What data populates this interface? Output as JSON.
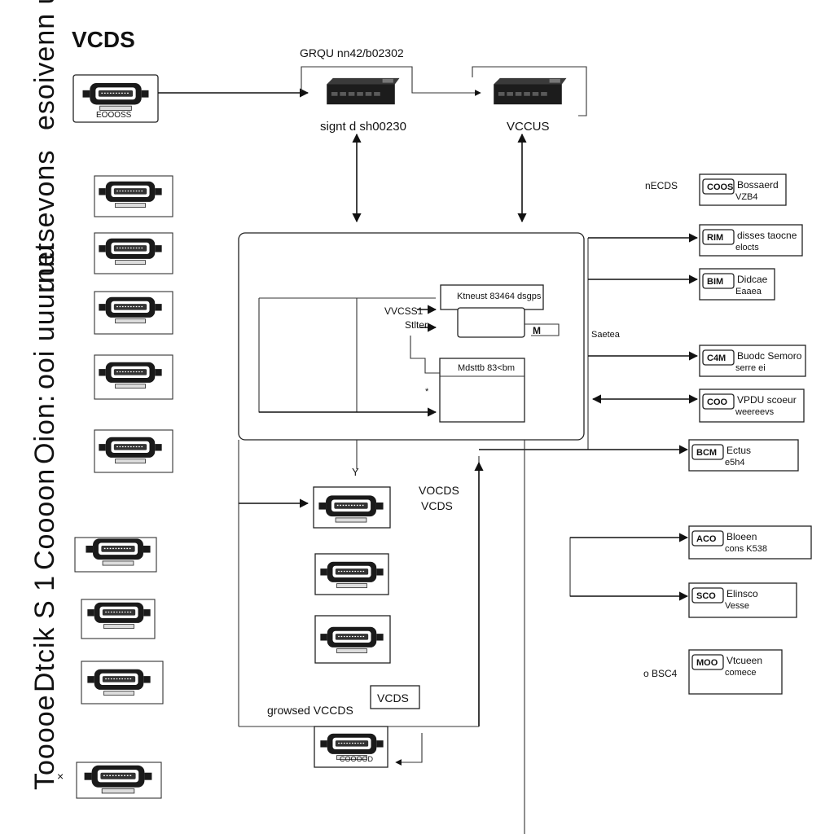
{
  "title": "VCDS",
  "left_vertical_labels": [
    "Tooooe",
    "Dtcik",
    "S 1",
    "Coooon",
    "Oion:",
    "ooi uuuuuu",
    "rnetsevons",
    "esoivenn uoooo"
  ],
  "top": {
    "header_text": "GRQU nn42/b02302",
    "switch_left_label": "signt d sh00230",
    "switch_right_label": "VCCUS"
  },
  "center": {
    "label_vcds_small": "VVCSS1",
    "label_stlter": "Stlter",
    "header_a": "Ktneust 83464 dsgps",
    "header_b": "Mdsttb 83<bm",
    "box_tag": "M",
    "label_y": "Y",
    "vocds": "VOCDS",
    "vcds": "VCDS",
    "grossed_label": "growsed VCCDS",
    "vcds_box": "VCDS"
  },
  "right": {
    "side_label_top": "nECDS",
    "side_label_mid": "Saetea",
    "side_label_bottom": "o BSC4",
    "items": [
      {
        "tag": "COOS",
        "line1": "Bossaerd",
        "line2": "VZB4"
      },
      {
        "tag": "RIM",
        "line1": "disses taocne",
        "line2": "elocts"
      },
      {
        "tag": "BIM",
        "line1": "Didcae",
        "line2": "Eaaea"
      },
      {
        "tag": "C4M",
        "line1": "Buodc Semoro",
        "line2": "serre ei"
      },
      {
        "tag": "COO",
        "line1": "VPDU scoeur",
        "line2": "weereevs"
      },
      {
        "tag": "BCM",
        "line1": "Ectus",
        "line2": "e5h4"
      },
      {
        "tag": "ACO",
        "line1": "Bloeen",
        "line2": "cons K538"
      },
      {
        "tag": "SCO",
        "line1": "Elinsco",
        "line2": "Vesse"
      },
      {
        "tag": "MOO",
        "line1": "Vtcueen",
        "line2": "comece"
      }
    ]
  },
  "connector_captions": {
    "top": "EOOOSS",
    "generic": "COOOOD"
  },
  "icons": [
    "obd-connector-icon",
    "network-switch-icon"
  ]
}
